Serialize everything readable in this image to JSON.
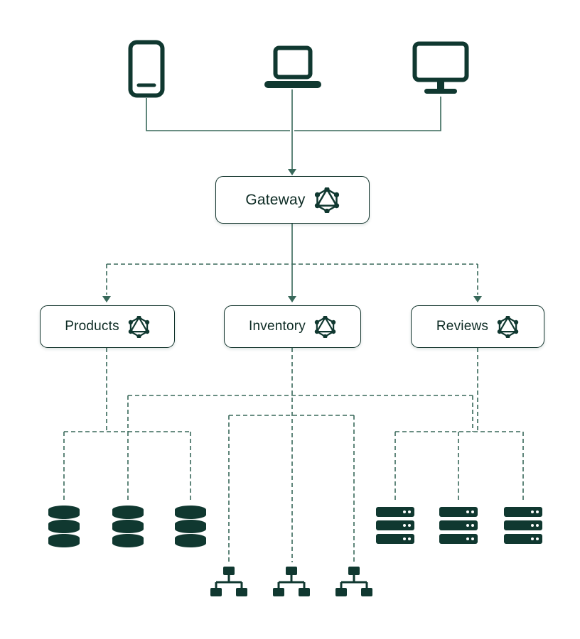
{
  "diagram_type": "graphql-federation-architecture",
  "colors": {
    "ink": "#103830",
    "wire": "#38685a",
    "background": "#ffffff",
    "node_bg": "#ffffff",
    "node_border": "#11332b"
  },
  "nodes": {
    "gateway": {
      "label": "Gateway",
      "icon": "graphql-logo-icon"
    },
    "subgraphs": [
      {
        "label": "Products",
        "icon": "graphql-logo-icon"
      },
      {
        "label": "Inventory",
        "icon": "graphql-logo-icon"
      },
      {
        "label": "Reviews",
        "icon": "graphql-logo-icon"
      }
    ],
    "clients": [
      {
        "name": "tablet",
        "icon": "tablet-icon"
      },
      {
        "name": "laptop",
        "icon": "laptop-icon"
      },
      {
        "name": "desktop",
        "icon": "desktop-icon"
      }
    ],
    "backends": {
      "databases": {
        "icon": "database-icon",
        "count": 3
      },
      "services": {
        "icon": "network-node-icon",
        "count": 3
      },
      "servers": {
        "icon": "server-rack-icon",
        "count": 3
      }
    }
  },
  "edges": [
    {
      "from": "clients",
      "to": "Gateway",
      "style": "solid-arrow"
    },
    {
      "from": "Gateway",
      "to": "Products",
      "style": "dashed-arrow"
    },
    {
      "from": "Gateway",
      "to": "Inventory",
      "style": "solid-arrow"
    },
    {
      "from": "Gateway",
      "to": "Reviews",
      "style": "dashed-arrow"
    },
    {
      "from": "Products",
      "to": "databases",
      "style": "dashed"
    },
    {
      "from": "Inventory",
      "to": "services",
      "style": "dashed"
    },
    {
      "from": "Inventory",
      "to": "databases-and-servers",
      "style": "dashed"
    },
    {
      "from": "Reviews",
      "to": "servers",
      "style": "dashed"
    }
  ]
}
